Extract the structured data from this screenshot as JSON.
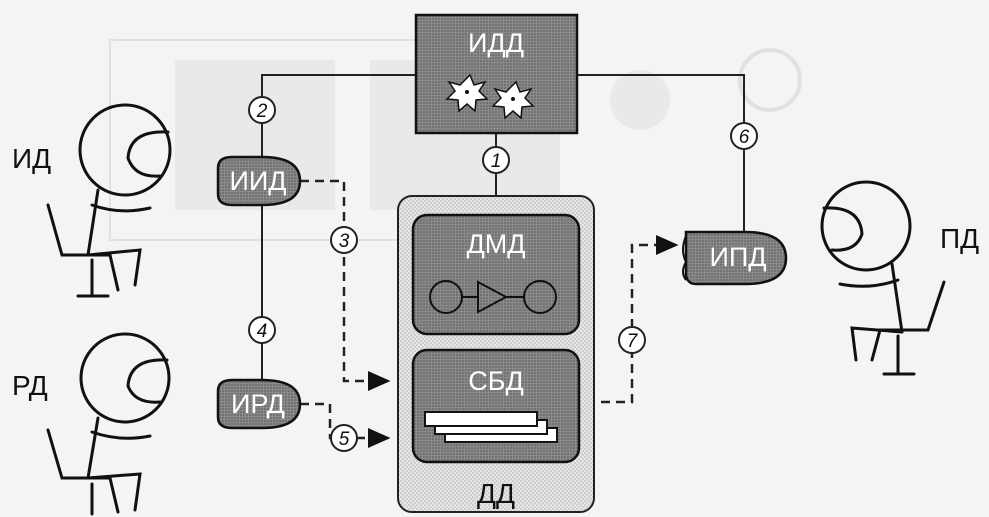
{
  "nodes": {
    "idd": "ИДД",
    "iid": "ИИД",
    "ird": "ИРД",
    "dmd": "ДМД",
    "sbd": "СБД",
    "ipd": "ИПД",
    "dd": "ДД"
  },
  "actors": {
    "id": "ИД",
    "rd": "РД",
    "pd": "ПД"
  },
  "links": [
    "1",
    "2",
    "3",
    "4",
    "5",
    "6",
    "7"
  ]
}
